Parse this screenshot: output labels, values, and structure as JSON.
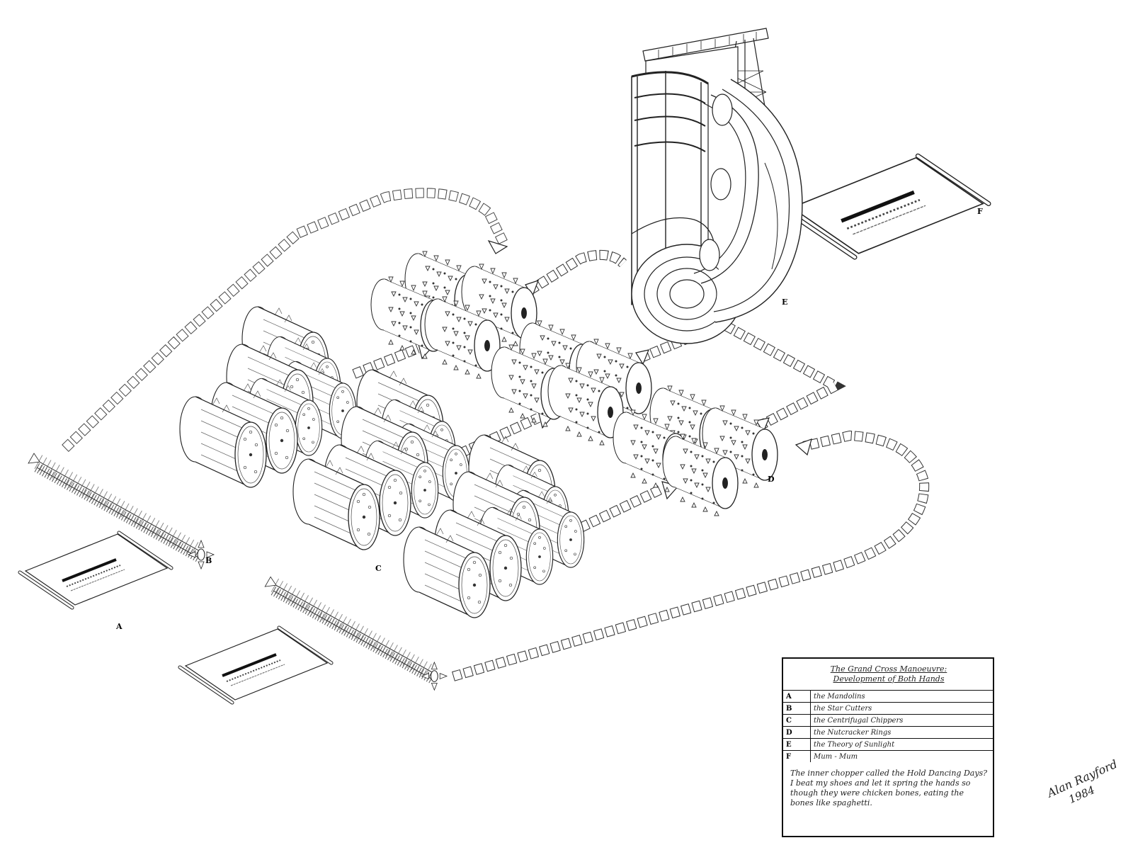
{
  "labels": {
    "A": "A",
    "B": "B",
    "C": "C",
    "D": "D",
    "E": "E",
    "F": "F"
  },
  "legend": {
    "title_line1": "The Grand Cross Manoeuvre:",
    "title_line2": "Development of Both Hands",
    "rows": [
      {
        "key": "A",
        "text": "the Mandolins"
      },
      {
        "key": "B",
        "text": "the Star Cutters"
      },
      {
        "key": "C",
        "text": "the Centrifugal Chippers"
      },
      {
        "key": "D",
        "text": "the Nutcracker Rings"
      },
      {
        "key": "E",
        "text": "the Theory of Sunlight"
      },
      {
        "key": "F",
        "text": "Mum - Mum"
      }
    ],
    "note": "The inner chopper called the Hold Dancing Days? I beat my shoes and let it spring the hands so though they were chicken bones, eating the bones like spaghetti."
  },
  "signature": {
    "name": "Alan Rayford",
    "year": "1984"
  }
}
